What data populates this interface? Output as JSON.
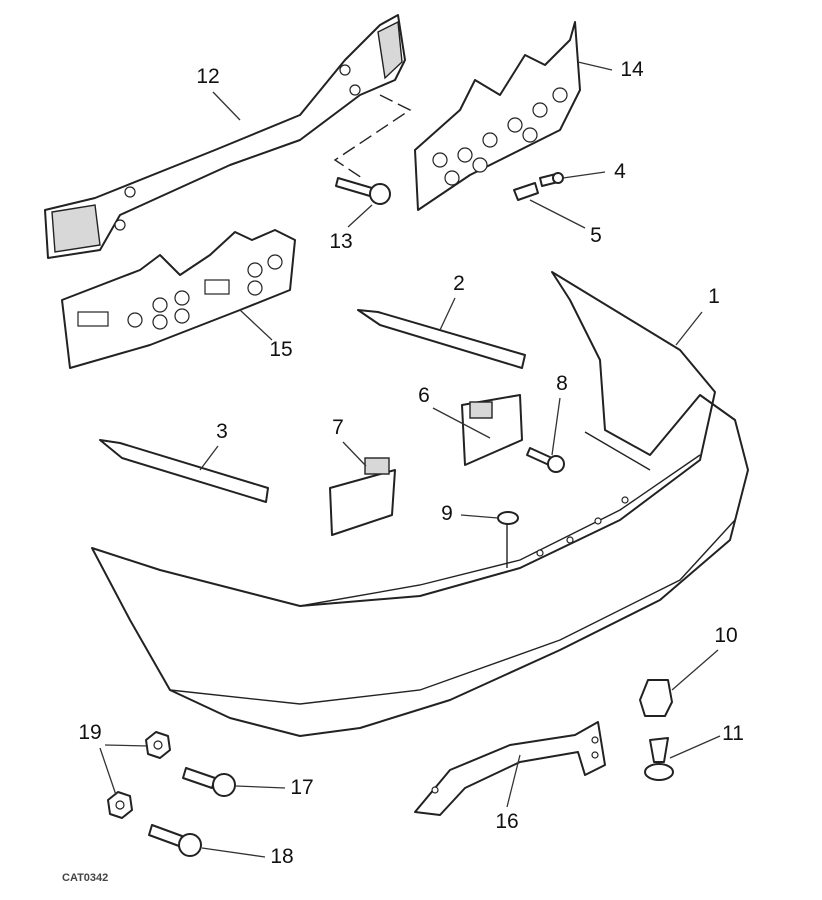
{
  "diagram_code": "CAT0342",
  "callouts": [
    "1",
    "2",
    "3",
    "4",
    "5",
    "6",
    "7",
    "8",
    "9",
    "10",
    "11",
    "12",
    "13",
    "14",
    "15",
    "16",
    "17",
    "18",
    "19"
  ]
}
